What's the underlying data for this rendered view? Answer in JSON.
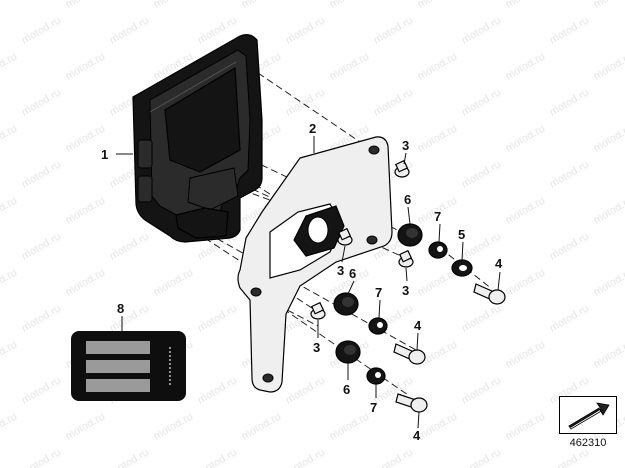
{
  "diagram": {
    "callouts": [
      {
        "key": "c1",
        "text": "1"
      },
      {
        "key": "c2",
        "text": "2"
      },
      {
        "key": "c3a",
        "text": "3"
      },
      {
        "key": "c3b",
        "text": "3"
      },
      {
        "key": "c3c",
        "text": "3"
      },
      {
        "key": "c3d",
        "text": "3"
      },
      {
        "key": "c4a",
        "text": "4"
      },
      {
        "key": "c4b",
        "text": "4"
      },
      {
        "key": "c4c",
        "text": "4"
      },
      {
        "key": "c5",
        "text": "5"
      },
      {
        "key": "c6a",
        "text": "6"
      },
      {
        "key": "c6b",
        "text": "6"
      },
      {
        "key": "c6c",
        "text": "6"
      },
      {
        "key": "c7a",
        "text": "7"
      },
      {
        "key": "c7b",
        "text": "7"
      },
      {
        "key": "c7c",
        "text": "7"
      },
      {
        "key": "c8",
        "text": "8"
      }
    ],
    "reference_number": "462310",
    "watermark": "motod.ru"
  }
}
